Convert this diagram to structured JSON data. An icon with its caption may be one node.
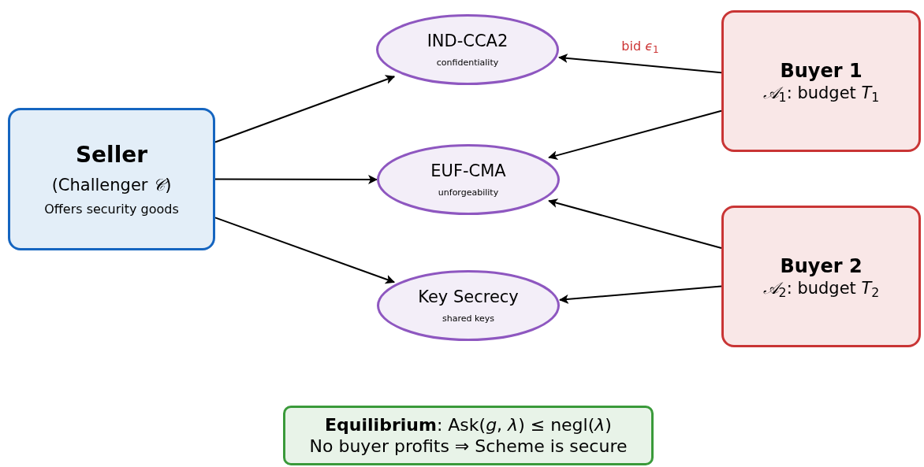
{
  "diagram": {
    "nodes": [
      {
        "text": [
          "Seller",
          "(Challenger *𝒞*)",
          "Offers security goods"
        ]
      },
      {
        "text": [
          "IND-CCA2",
          "confidentiality"
        ]
      },
      {
        "text": [
          "EUF-CMA",
          "unforgeability"
        ]
      },
      {
        "text": [
          "Key Secrecy",
          "shared keys"
        ]
      },
      {
        "text": [
          "Buyer 1",
          "*𝒜*$_{1}$: budget *T*$_{1}$"
        ]
      },
      {
        "text": [
          "Buyer 2",
          "*𝒜*$_{2}$: budget *T*$_{2}$"
        ]
      },
      {
        "text": [
          "**Equilibrium**: Ask(*g*, *λ*) ≤ negl(*λ*)",
          "No buyer profits ⇒ Scheme is secure"
        ]
      }
    ],
    "edges": [
      {
        "from": 0,
        "to": 1,
        "arrow": "to"
      },
      {
        "from": 0,
        "to": 2,
        "arrow": "to"
      },
      {
        "from": 0,
        "to": 3,
        "arrow": "to"
      },
      {
        "from": 4,
        "to": 1,
        "arrow": "to",
        "label": "bid *ϵ*$_{1}$"
      },
      {
        "from": 4,
        "to": 2,
        "arrow": "to"
      },
      {
        "from": 5,
        "to": 2,
        "arrow": "to"
      },
      {
        "from": 5,
        "to": 3,
        "arrow": "to"
      }
    ]
  }
}
